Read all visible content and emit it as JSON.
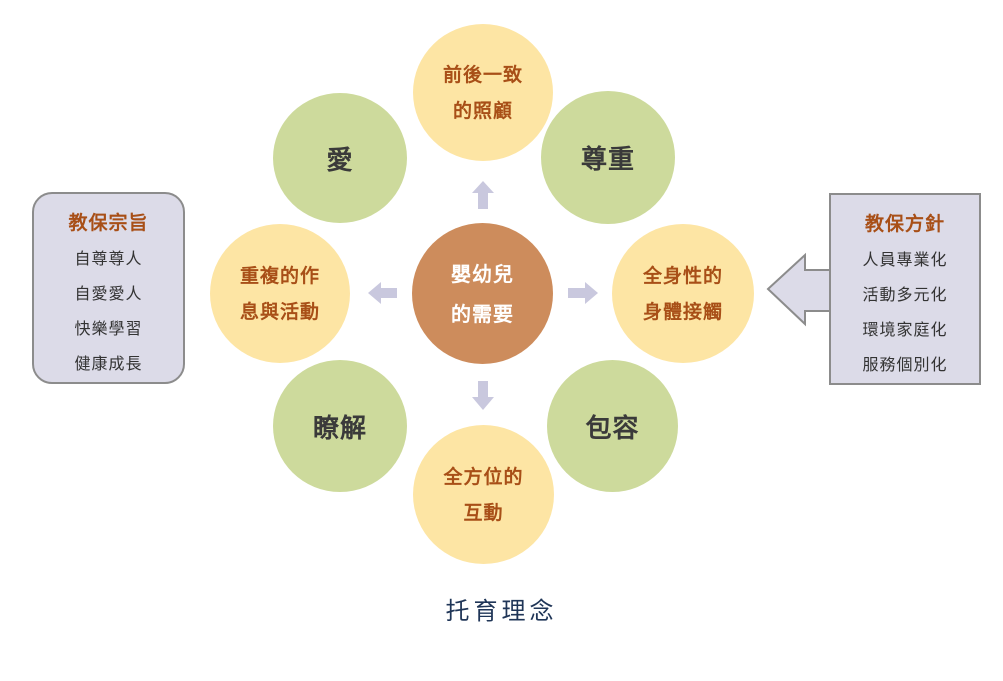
{
  "center": {
    "lines": [
      "嬰幼兒",
      "的需要"
    ]
  },
  "outer_green": [
    {
      "id": "love",
      "text": "愛"
    },
    {
      "id": "respect",
      "text": "尊重"
    },
    {
      "id": "understand",
      "text": "瞭解"
    },
    {
      "id": "inclusion",
      "text": "包容"
    }
  ],
  "outer_yellow": [
    {
      "id": "consistent-care",
      "lines": [
        "前後一致",
        "的照顧"
      ]
    },
    {
      "id": "repeated-activities",
      "lines": [
        "重複的作",
        "息與活動"
      ]
    },
    {
      "id": "body-touch",
      "lines": [
        "全身性的",
        "身體接觸"
      ]
    },
    {
      "id": "interaction",
      "lines": [
        "全方位的",
        "互動"
      ]
    }
  ],
  "purpose_panel": {
    "title": "教保宗旨",
    "items": [
      "自尊尊人",
      "自愛愛人",
      "快樂學習",
      "健康成長"
    ]
  },
  "policy_panel": {
    "title": "教保方針",
    "items": [
      "人員專業化",
      "活動多元化",
      "環境家庭化",
      "服務個別化"
    ]
  },
  "caption": "托育理念",
  "colors": {
    "green": "#cdda9c",
    "yellow": "#fde5a4",
    "center": "#cd8c5c",
    "panel": "#dcdbe8",
    "arrow": "#c9c8de",
    "title_orange": "#a84f17",
    "caption_navy": "#1f3557"
  }
}
